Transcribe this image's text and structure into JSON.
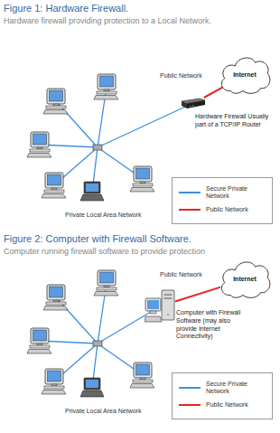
{
  "diagram": {
    "title": "Figure 1: Hardware Firewall.",
    "nodes": [
      {
        "text": [
          "Internet"
        ]
      },
      {
        "text": [
          "Hardware Firewall Usually part of a TCP/IP Router"
        ]
      },
      {
        "text": [
          "Internet"
        ]
      },
      {
        "text": [
          "Computer with Firewall Software (may also provide Internet Connectivity)"
        ]
      }
    ],
    "edges": [
      {
        "from": 1,
        "to": 0,
        "label": "Public Network",
        "arrow": "none"
      },
      {
        "from": 3,
        "to": 2,
        "label": "Public Network",
        "arrow": "none"
      }
    ],
    "labels": [
      "Hardware firewall providing protection to a Local Network.",
      "Private Local Area Network",
      "Figure 2: Computer with Firewall Software.",
      "Computer running firewall software to provide protection",
      "Private Local Area Network"
    ],
    "legend": [
      {
        "text": "Secure Private Network"
      },
      {
        "text": "Public Network"
      },
      {
        "text": "Secure Private Network"
      },
      {
        "text": "Public Network"
      }
    ]
  }
}
